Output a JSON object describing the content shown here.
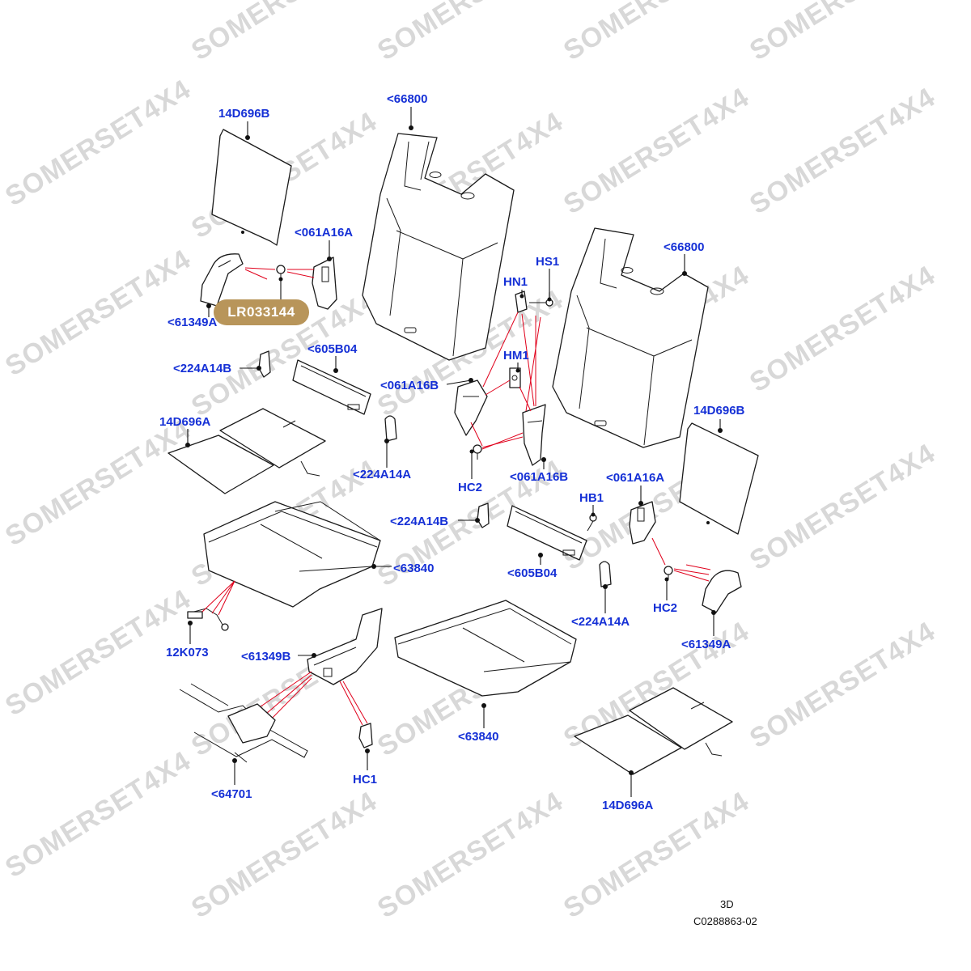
{
  "watermark": "SOMERSET4X4",
  "badge": "LR033144",
  "labels": {
    "seatback_left": "<66800",
    "seatback_right": "<66800",
    "panel_top_left": "14D696B",
    "panel_right": "14D696B",
    "bracket_a_left": "<061A16A",
    "bracket_a_right": "<061A16A",
    "trim_left": "<61349A",
    "trim_right": "<61349A",
    "trim_center": "<61349B",
    "clip_b_left": "<224A14B",
    "clip_b_center": "<224A14B",
    "clip_a_left": "<224A14A",
    "clip_a_right": "<224A14A",
    "cover_left": "<605B04",
    "cover_right": "<605B04",
    "bracket_b_left": "<061A16B",
    "bracket_b_right": "<061A16B",
    "hn1": "HN1",
    "hs1": "HS1",
    "hm1": "HM1",
    "hc2_center": "HC2",
    "hc2_right": "HC2",
    "hb1": "HB1",
    "hc1": "HC1",
    "mat_left": "14D696A",
    "mat_right": "14D696A",
    "cushion_left": "<63840",
    "cushion_right": "<63840",
    "harness": "12K073",
    "frame": "<64701"
  },
  "footer": {
    "view": "3D",
    "ref": "C0288863-02"
  }
}
